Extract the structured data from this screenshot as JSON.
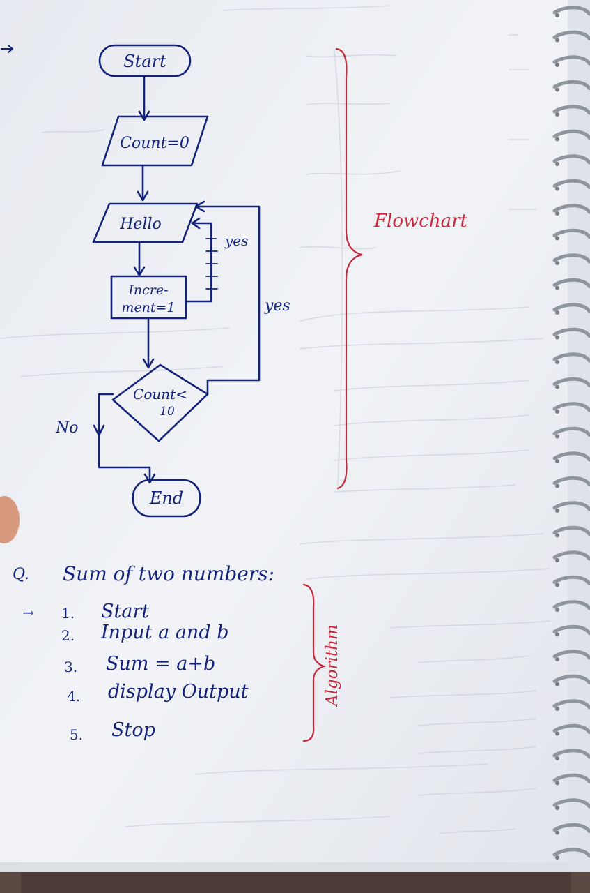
{
  "flowchart": {
    "start_label": "Start",
    "count_label": "Count=0",
    "hello_label": "Hello",
    "increment_line1": "Incre-",
    "increment_line2": "ment=1",
    "decision_line1": "Count<",
    "decision_line2": "10",
    "yes_label_1": "yes",
    "yes_label_2": "yes",
    "no_label": "No",
    "end_label": "End"
  },
  "side_notes": {
    "flowchart_label": "Flowchart",
    "algorithm_label": "Algorithm"
  },
  "algorithm": {
    "question_marker": "Q.",
    "title": "Sum of two numbers:",
    "arrow": "→",
    "steps": [
      {
        "num": "1.",
        "text": "Start"
      },
      {
        "num": "2.",
        "text": "Input a and b"
      },
      {
        "num": "3.",
        "text": "Sum = a+b"
      },
      {
        "num": "4.",
        "text": "display Output"
      },
      {
        "num": "5.",
        "text": "Stop"
      }
    ]
  },
  "colors": {
    "ink_blue": "#14237a",
    "ink_red": "#c8283c",
    "paper": "#eef0f4"
  }
}
